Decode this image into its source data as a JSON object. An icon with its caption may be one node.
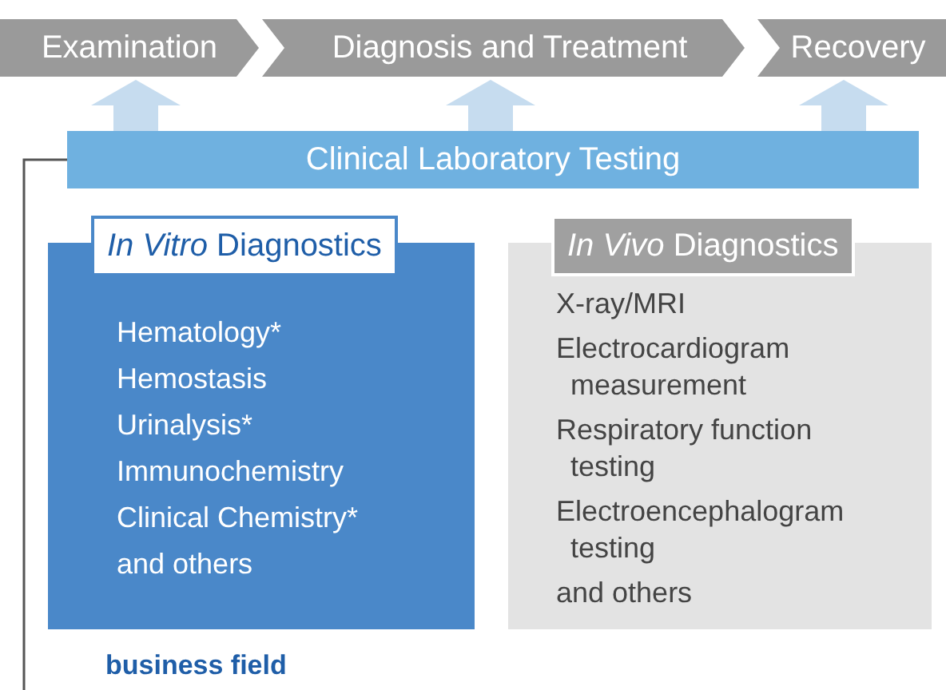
{
  "diagram": {
    "nodes": [
      {
        "text": [
          "Examination"
        ]
      },
      {
        "text": [
          "Diagnosis and Treatment"
        ]
      },
      {
        "text": [
          "Recovery"
        ]
      },
      {
        "text": [
          "Clinical Laboratory Testing"
        ]
      },
      {
        "text": [
          "*In Vitro* Diagnostics",
          "Hematology*",
          "Hemostasis",
          "Urinalysis*",
          "Immunochemistry",
          "Clinical Chemistry*",
          "and others"
        ]
      },
      {
        "text": [
          "*In Vivo* Diagnostics",
          "X-ray/MRI",
          "Electrocardiogram measurement",
          "Respiratory function testing",
          "Electroencephalogram testing",
          "and others"
        ]
      }
    ],
    "edges": [
      {
        "from": 3,
        "to": 0,
        "arrow": "to"
      },
      {
        "from": 3,
        "to": 1,
        "arrow": "to"
      },
      {
        "from": 3,
        "to": 2,
        "arrow": "to"
      }
    ],
    "labels": [
      "business field"
    ]
  }
}
